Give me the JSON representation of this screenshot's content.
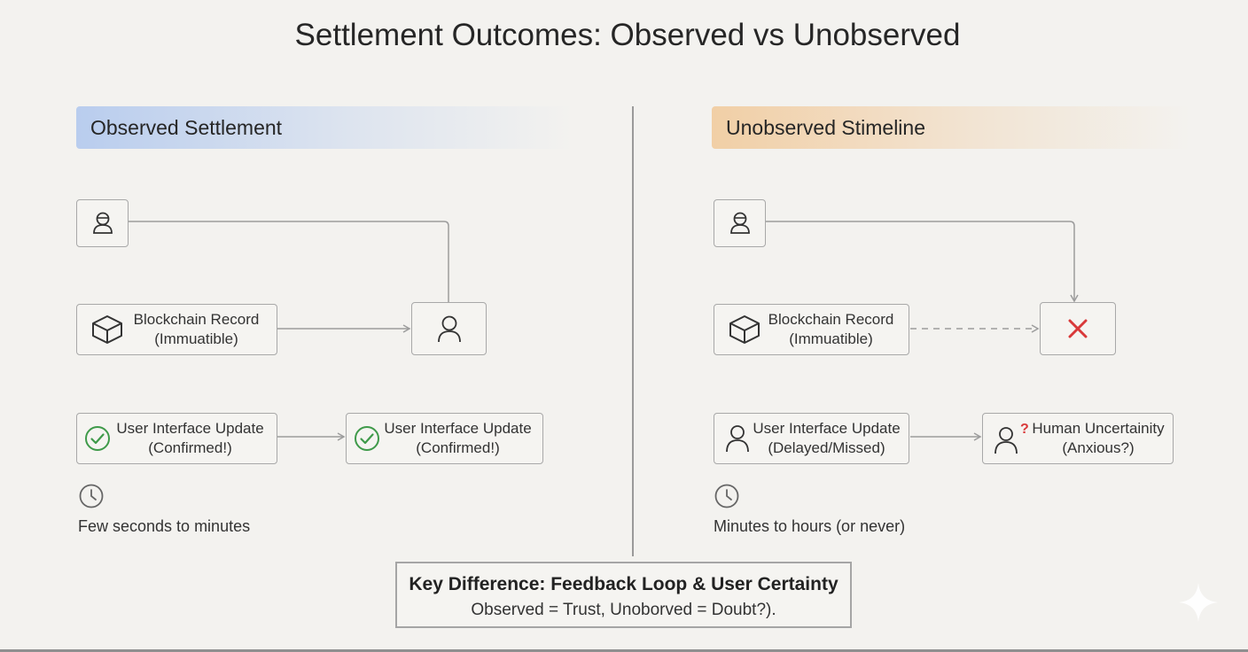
{
  "title": "Settlement Outcomes: Observed vs Unobserved",
  "left": {
    "header": "Observed Settlement",
    "blockchain": {
      "line1": "Blockchain Record",
      "line2": "(Immuatible)"
    },
    "ui_update_a": {
      "line1": "User Interface Update",
      "line2": "(Confirmed!)"
    },
    "ui_update_b": {
      "line1": "User Interface Update",
      "line2": "(Confirmed!)"
    },
    "time_label": "Few seconds to minutes"
  },
  "right": {
    "header": "Unobserved Stimeline",
    "blockchain": {
      "line1": "Blockchain Record",
      "line2": "(Immuatible)"
    },
    "ui_update": {
      "line1": "User Interface Update",
      "line2": "(Delayed/Missed)"
    },
    "uncertainty": {
      "line1": "Human Uncertainity",
      "line2": "(Anxious?)"
    },
    "time_label": "Minutes to hours (or never)"
  },
  "key": {
    "title": "Key Difference: Feedback Loop & User Certainty",
    "subtitle": "Observed = Trust, Unoborved = Doubt?)."
  },
  "colors": {
    "check": "#3f9a4a",
    "cross": "#d9393a",
    "question": "#d9393a",
    "line": "#9c9c9c"
  },
  "icons": [
    "user-icon",
    "cube-icon",
    "check-circle-icon",
    "clock-icon",
    "close-icon",
    "question-user-icon",
    "sparkle-icon"
  ]
}
